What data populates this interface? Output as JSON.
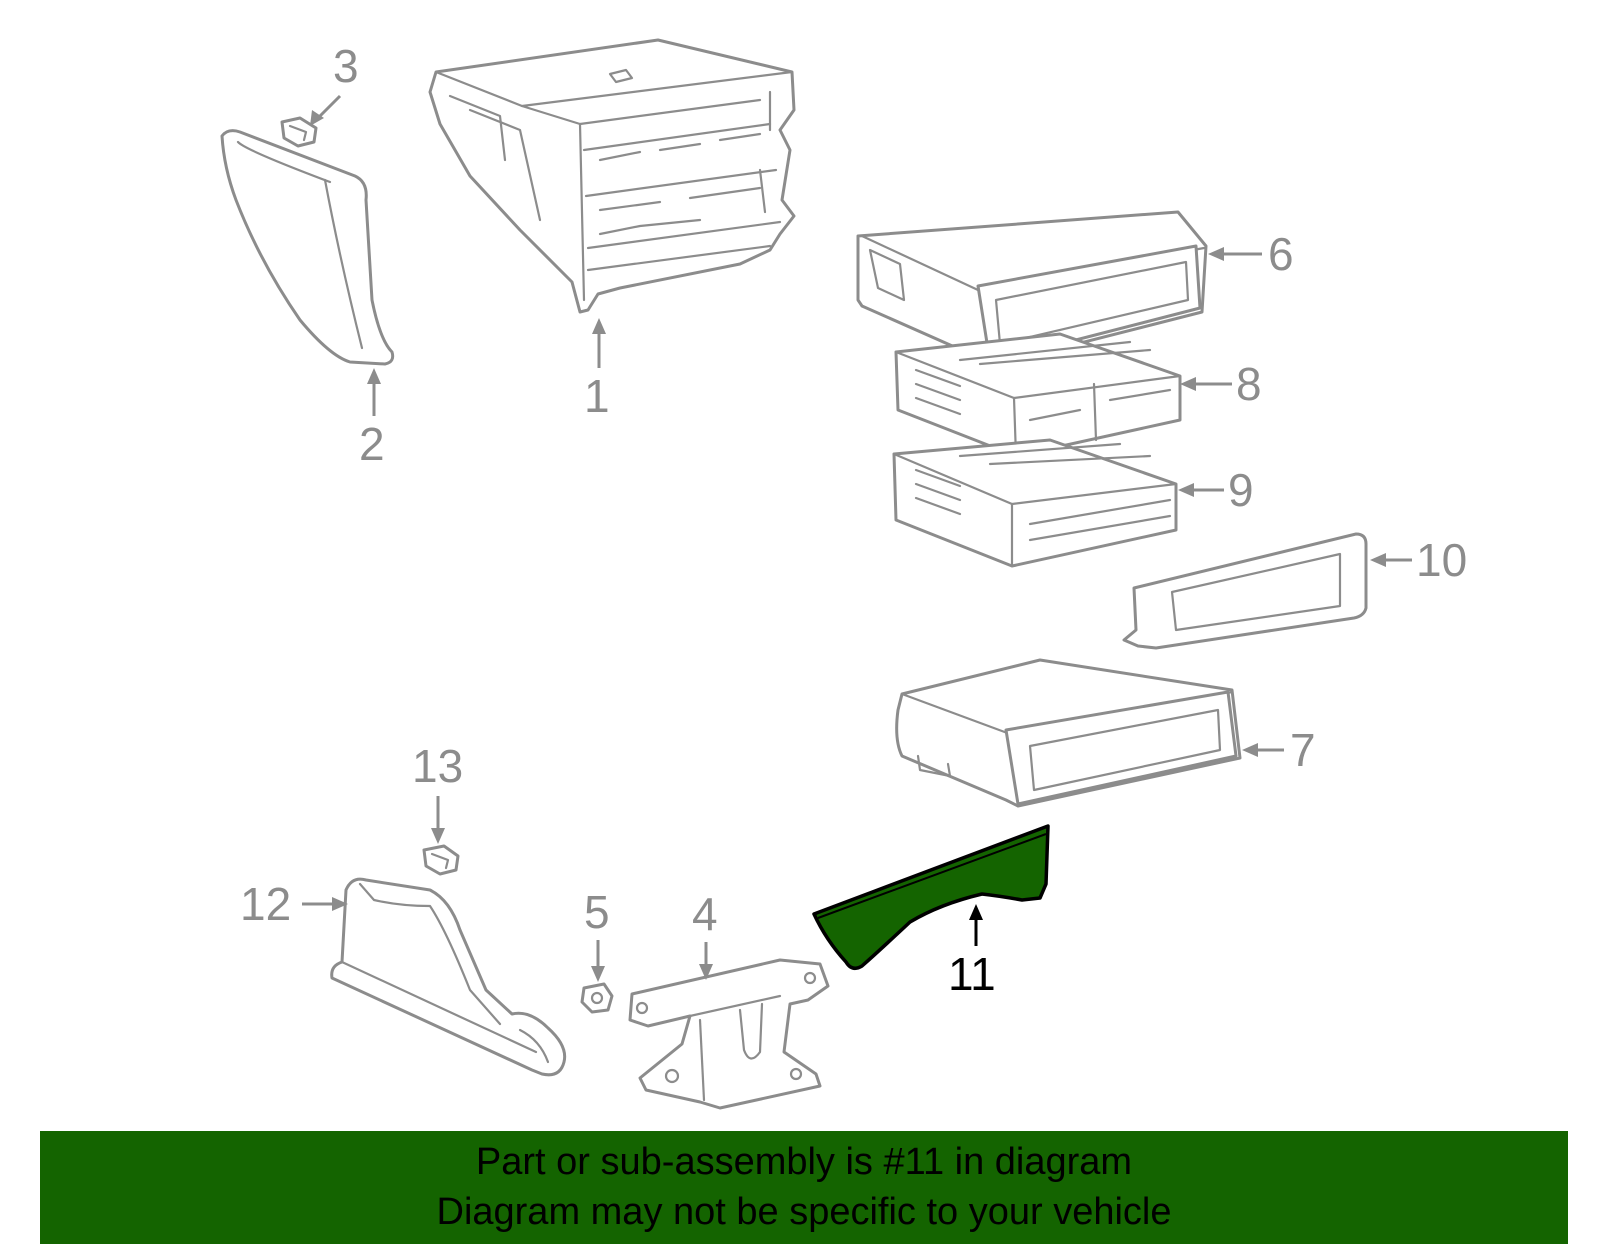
{
  "highlight_color": "#146400",
  "part_color": "#8c8c8c",
  "callouts": {
    "c1": "1",
    "c2": "2",
    "c3": "3",
    "c4": "4",
    "c5": "5",
    "c6": "6",
    "c7": "7",
    "c8": "8",
    "c9": "9",
    "c10": "10",
    "c11": "11",
    "c12": "12",
    "c13": "13"
  },
  "highlighted_part": "11",
  "banner": {
    "line1": "Part or sub-assembly is #11 in diagram",
    "line2": "Diagram may not be specific to your vehicle"
  }
}
